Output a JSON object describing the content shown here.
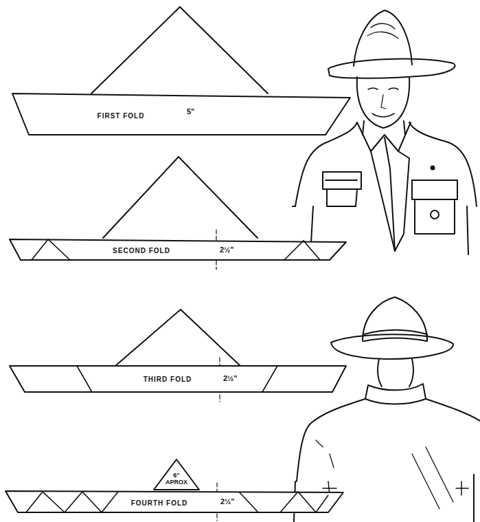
{
  "diagram": {
    "nodes": [
      {
        "text": [
          "FIRST FOLD"
        ]
      },
      {
        "text": [
          "SECOND FOLD"
        ]
      },
      {
        "text": [
          "THIRD FOLD"
        ]
      },
      {
        "text": [
          "6\" APROX"
        ]
      },
      {
        "text": [
          "FOURTH FOLD"
        ]
      }
    ],
    "labels": [
      "5\"",
      "2½\"",
      "2½\"",
      "2½\""
    ]
  }
}
